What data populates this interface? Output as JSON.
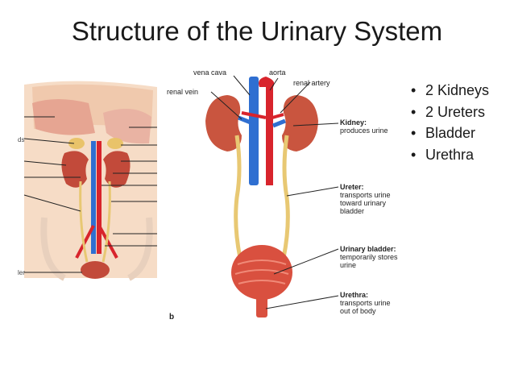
{
  "slide": {
    "title": "Structure of the Urinary System",
    "bullets": [
      "2 Kidneys",
      "2 Ureters",
      "Bladder",
      "Urethra"
    ]
  },
  "left_figure": {
    "partial_labels": [
      "ds",
      "ler"
    ]
  },
  "right_figure": {
    "figure_letter": "b",
    "labels": {
      "vena_cava": "vena cava",
      "aorta": "aorta",
      "renal_vein": "renal vein",
      "renal_artery": "renal artery",
      "kidney_title": "Kidney:",
      "kidney_desc": [
        "produces urine"
      ],
      "ureter_title": "Ureter:",
      "ureter_desc": [
        "transports urine",
        "toward urinary",
        "bladder"
      ],
      "bladder_title": "Urinary bladder:",
      "bladder_desc": [
        "temporarily stores",
        "urine"
      ],
      "urethra_title": "Urethra:",
      "urethra_desc": [
        "transports urine",
        "out of body"
      ]
    }
  },
  "colors": {
    "kidney": "#c9553f",
    "vein": "#2f6fd1",
    "artery": "#d8242c",
    "ureter": "#e8c873",
    "bladder": "#d9503f",
    "skin": "#f3d2b8"
  }
}
